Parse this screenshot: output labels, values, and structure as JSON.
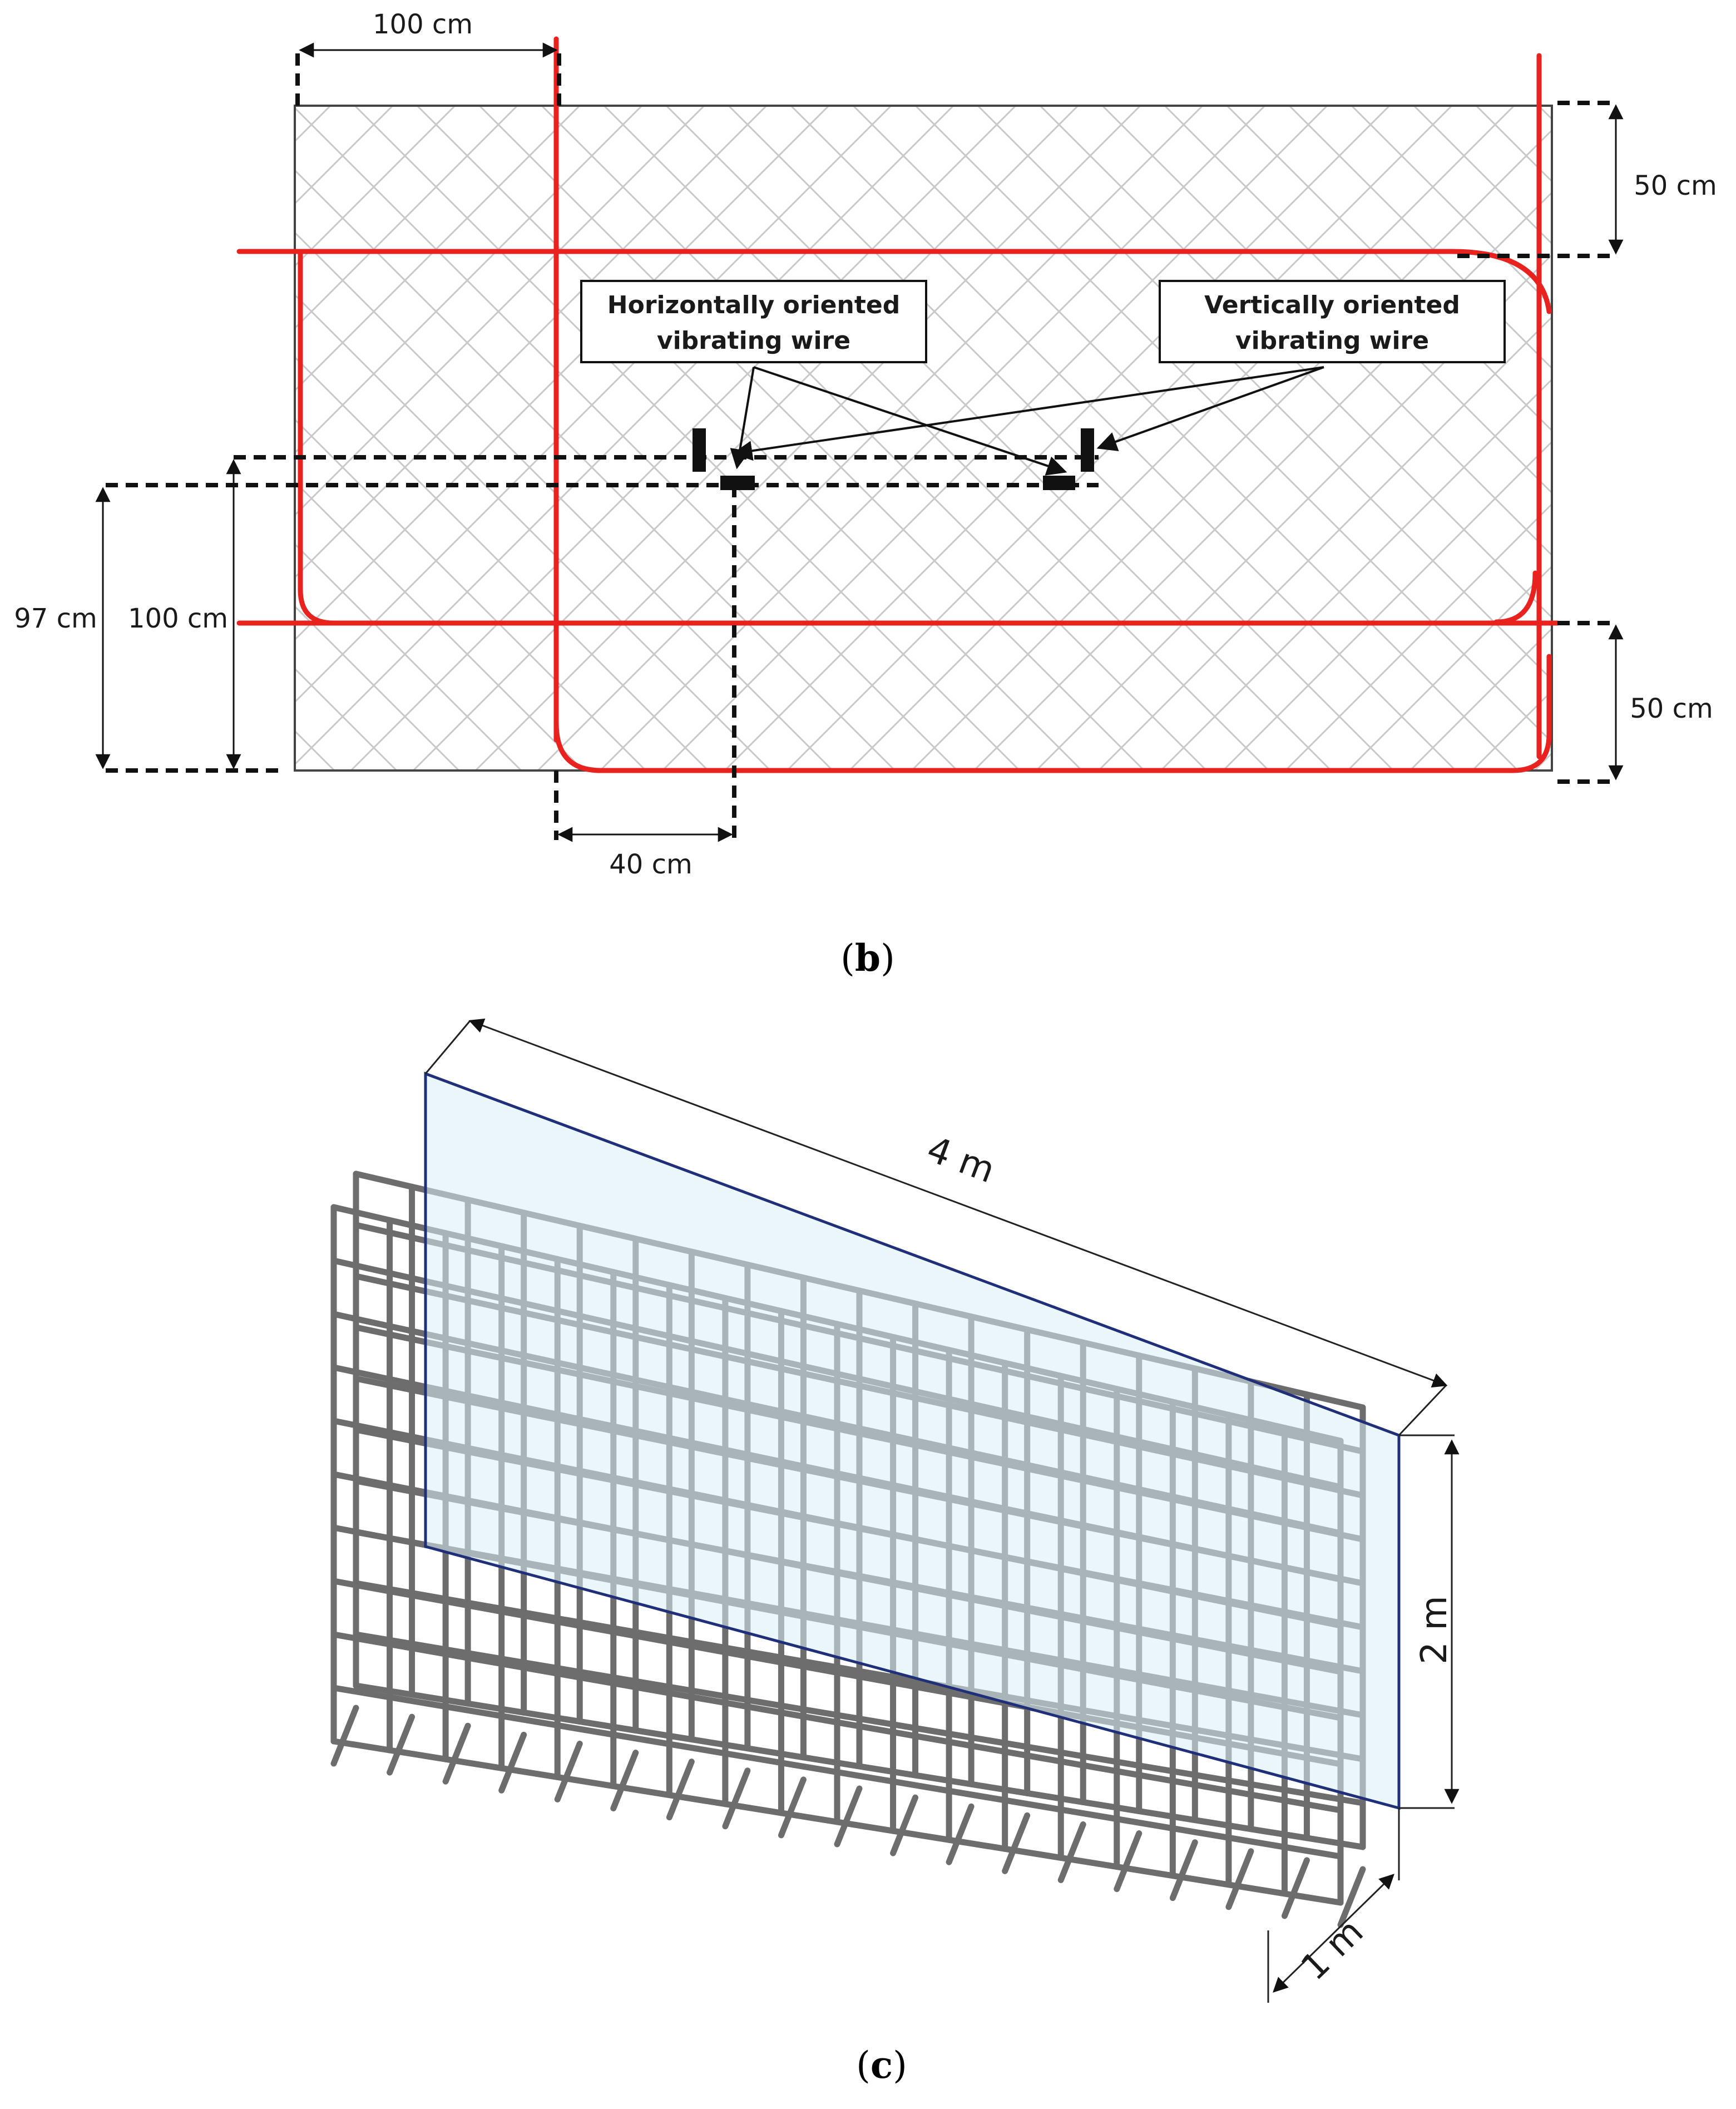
{
  "panel_b": {
    "callout_horizontal": [
      "Horizontally oriented",
      "vibrating wire"
    ],
    "callout_vertical": [
      "Vertically oriented",
      "vibrating wire"
    ],
    "dim_top_left": "100 cm",
    "dim_right_top": "50 cm",
    "dim_right_bottom": "50 cm",
    "dim_left_outer": "97 cm",
    "dim_left_inner": "100 cm",
    "dim_bottom": "40 cm",
    "caption_open": "(",
    "caption_letter": "b",
    "caption_close": ")"
  },
  "panel_c": {
    "dim_length": "4 m",
    "dim_height": "2 m",
    "dim_depth": "1 m",
    "caption_open": "(",
    "caption_letter": "c",
    "caption_close": ")"
  },
  "colors": {
    "rebar_red": "#e8221f",
    "formwork_grid": "#c8c8c8",
    "cage_steel": "#6d6d6d",
    "glass_face": "#dbeff5",
    "glass_edge": "#1f2f7a"
  }
}
